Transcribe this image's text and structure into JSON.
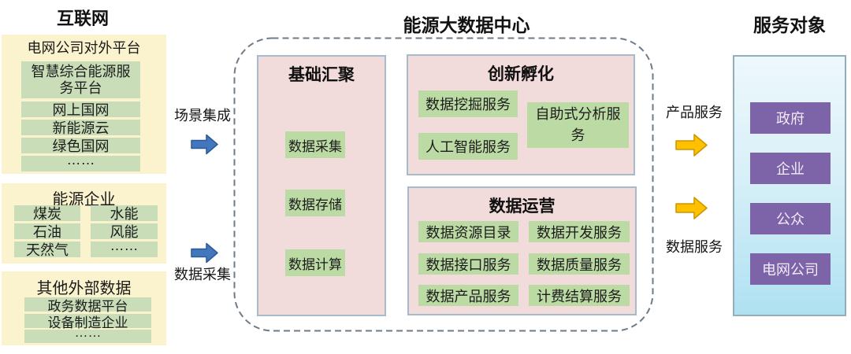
{
  "titles": {
    "internet": "互联网",
    "hub": "能源大数据中心",
    "service_target": "服务对象"
  },
  "left_column": {
    "grid_platform": {
      "title": "电网公司对外平台",
      "items": [
        "智慧综合能源服务平台",
        "网上国网",
        "新能源云",
        "绿色国网",
        "……"
      ]
    },
    "energy_enterprise": {
      "title": "能源企业",
      "items": [
        "煤炭",
        "水能",
        "石油",
        "风能",
        "天然气",
        "……"
      ]
    },
    "other_external": {
      "title": "其他外部数据",
      "items": [
        "政务数据平台",
        "设备制造企业",
        "……"
      ]
    }
  },
  "flows": {
    "scene_integration": "场景集成",
    "data_collection": "数据采集",
    "product_service": "产品服务",
    "data_service": "数据服务"
  },
  "hub": {
    "base": {
      "title": "基础汇聚",
      "items": [
        "数据采集",
        "数据存储",
        "数据计算"
      ]
    },
    "innovation": {
      "title": "创新孵化",
      "items": [
        "数据挖掘服务",
        "自助式分析服务",
        "人工智能服务"
      ]
    },
    "operation": {
      "title": "数据运营",
      "items": [
        "数据资源目录",
        "数据开发服务",
        "数据接口服务",
        "数据质量服务",
        "数据产品服务",
        "计费结算服务"
      ]
    }
  },
  "service_panel": {
    "items": [
      "政府",
      "企业",
      "公众",
      "电网公司"
    ]
  },
  "colors": {
    "yellow_box": "#FBF2CE",
    "green_item_left": "#C9DEB8",
    "green_item_hub": "#BCDAA4",
    "pink_box": "#F2DCDB",
    "pink_border": "#A6BAC9",
    "dashed_border": "#6E7B87",
    "blue_arrow": "#4277BE",
    "yellow_arrow": "#FFC000",
    "purple_item": "#7D63A8",
    "service_panel_fill": "#D9F0F8",
    "service_panel_border": "#92AEB8"
  }
}
